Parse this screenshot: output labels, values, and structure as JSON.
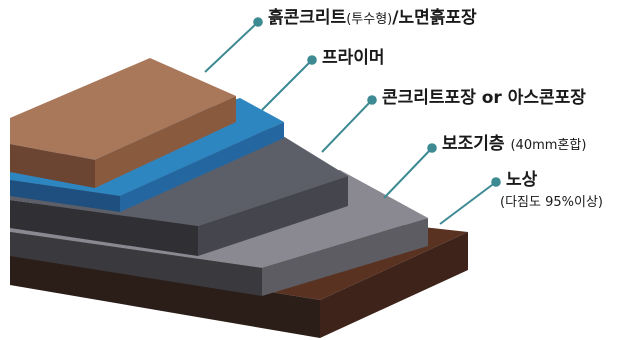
{
  "layers": [
    {
      "id": "surface",
      "name": "흙콘크리트",
      "suffix": "(투수형)",
      "tail": "/노면흙포장"
    },
    {
      "id": "primer",
      "name": "프라이머"
    },
    {
      "id": "concrete",
      "name": "콘크리트포장 or 아스콘포장"
    },
    {
      "id": "base",
      "name": "보조기층",
      "suffix": "(40mm혼합)"
    },
    {
      "id": "subgrade",
      "name": "노상",
      "note": "(다짐도 95%이상)"
    }
  ],
  "colors": {
    "leader": "#3e8a93",
    "surface": "#a9775a",
    "primer": "#2e86c1",
    "concrete": "#5d5f68",
    "base": "#8a8890",
    "subgrade": "#5a3222"
  }
}
